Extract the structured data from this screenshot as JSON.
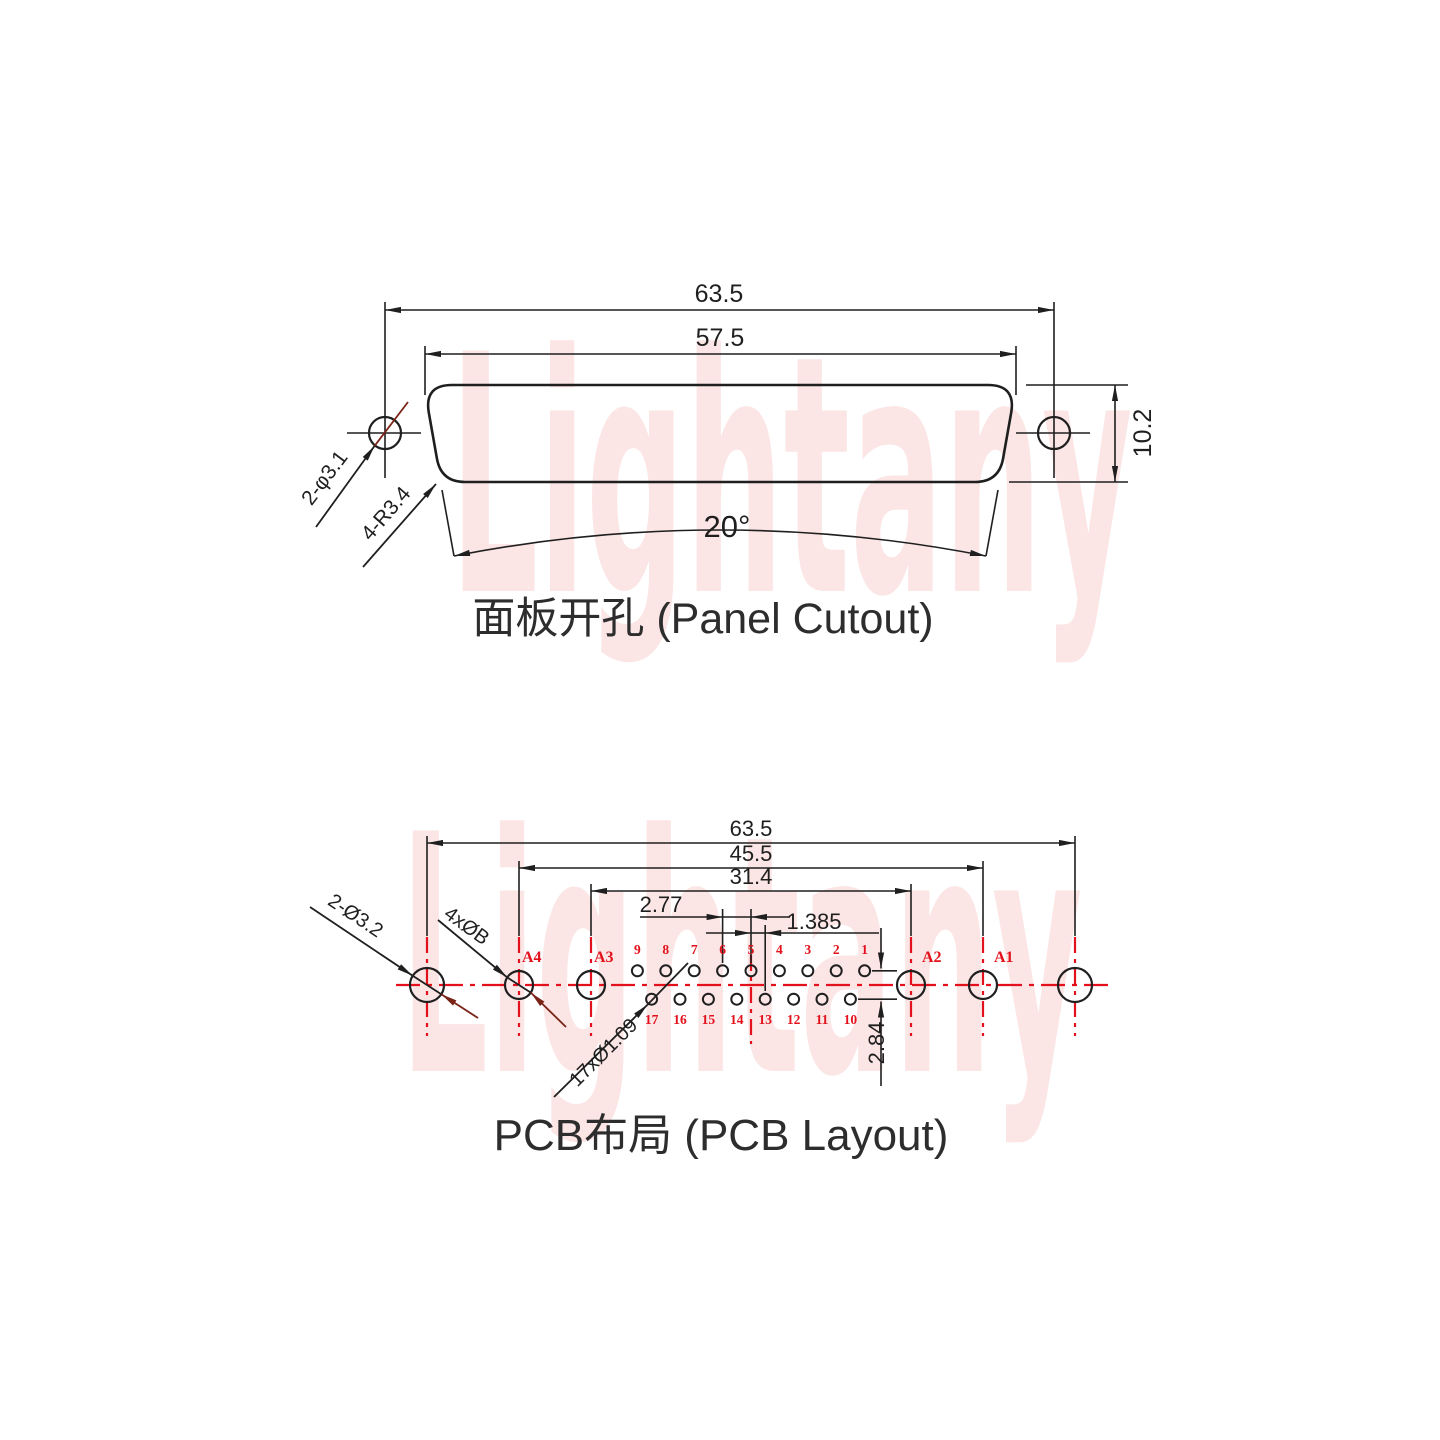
{
  "watermark": {
    "text": "Lightany"
  },
  "panel_cutout": {
    "title": "面板开孔 (Panel Cutout)",
    "dim_outer_width": "63.5",
    "dim_cutout_width": "57.5",
    "dim_height": "10.2",
    "dim_angle": "20°",
    "callout_mounting_holes": "2-φ3.1",
    "callout_corner_radius": "4-R3.4"
  },
  "pcb_layout": {
    "title": "PCB布局 (PCB Layout)",
    "dim_outer_width": "63.5",
    "dim_power_span": "45.5",
    "dim_inner_span": "31.4",
    "dim_pin_pitch": "2.77",
    "dim_half_pitch": "1.385",
    "dim_row_spacing": "2.84",
    "callout_mounting_holes": "2-Ø3.2",
    "callout_power_holes": "4xØB",
    "callout_signal_holes": "17xØ1.09",
    "hole_labels": {
      "a4": "A4",
      "a3": "A3",
      "a2": "A2",
      "a1": "A1"
    },
    "pins_top": [
      "9",
      "8",
      "7",
      "6",
      "5",
      "4",
      "3",
      "2",
      "1"
    ],
    "pins_bottom": [
      "17",
      "16",
      "15",
      "14",
      "13",
      "12",
      "11",
      "10"
    ]
  },
  "colors": {
    "line": "#1f1f1f",
    "centerline_red": "#e3111b",
    "arrow_dark_red": "#7a2317",
    "watermark_pink": "#fbe5e5"
  }
}
